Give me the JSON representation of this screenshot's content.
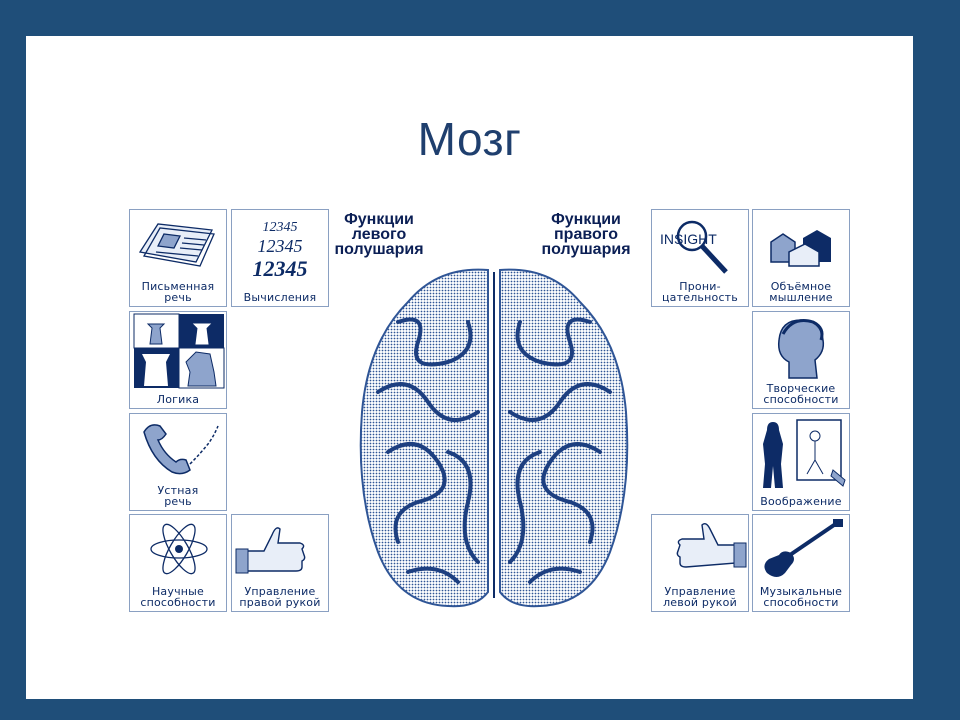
{
  "title": "Мозг",
  "left_header": "Функции\nлевого\nполушария",
  "right_header": "Функции\nправого\nполушария",
  "left_tiles": [
    {
      "label": "Письменная\nречь",
      "icon": "newspaper-icon"
    },
    {
      "label": "Вычисления",
      "icon": "numbers-icon",
      "numbers": [
        "12345",
        "12345",
        "12345"
      ]
    },
    {
      "label": "Логика",
      "icon": "chess-icon"
    },
    {
      "label": "Устная\nречь",
      "icon": "telephone-icon"
    },
    {
      "label": "Научные\nспособности",
      "icon": "atom-icon"
    },
    {
      "label": "Управление\nправой рукой",
      "icon": "right-hand-icon"
    }
  ],
  "right_tiles": [
    {
      "label": "Прони-\nцательность",
      "icon": "magnifier-icon",
      "word": "INSIGHT"
    },
    {
      "label": "Объёмное\nмышление",
      "icon": "3d-shapes-icon"
    },
    {
      "label": "Творческие\nспособности",
      "icon": "statue-head-icon"
    },
    {
      "label": "Воображение",
      "icon": "painter-icon"
    },
    {
      "label": "Управление\nлевой рукой",
      "icon": "left-hand-icon"
    },
    {
      "label": "Музыкальные\nспособности",
      "icon": "guitar-icon"
    }
  ],
  "colors": {
    "frame": "#1f4e79",
    "title": "#1f3f6e",
    "ink": "#0d2b66",
    "brain": "#2f5596"
  }
}
